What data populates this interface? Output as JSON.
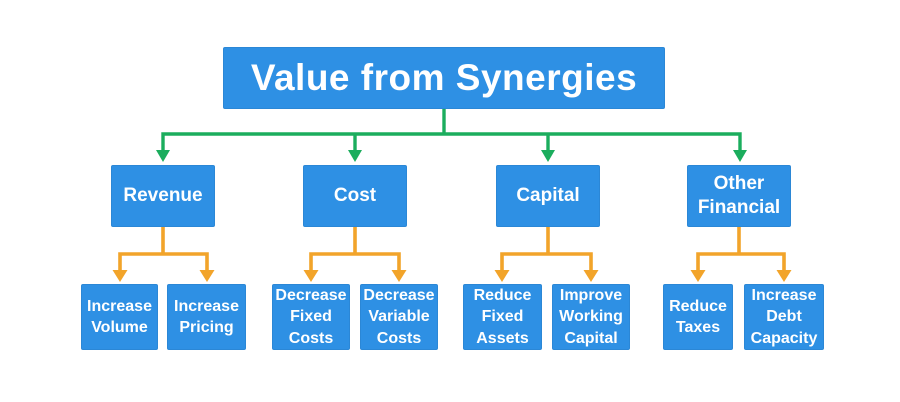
{
  "title": "Value from Synergies",
  "colors": {
    "node_blue": "#2E90E4",
    "connector_green": "#1BAD5D",
    "connector_orange": "#F2A42A",
    "node_text": "#FFFFFF",
    "background": "#FFFFFF"
  },
  "tree": {
    "root": {
      "label": "Value from Synergies"
    },
    "branches": [
      {
        "label": "Revenue",
        "children": [
          {
            "label": "Increase Volume"
          },
          {
            "label": "Increase Pricing"
          }
        ]
      },
      {
        "label": "Cost",
        "children": [
          {
            "label": "Decrease Fixed Costs"
          },
          {
            "label": "Decrease Variable Costs"
          }
        ]
      },
      {
        "label": "Capital",
        "children": [
          {
            "label": "Reduce Fixed Assets"
          },
          {
            "label": "Improve Working Capital"
          }
        ]
      },
      {
        "label": "Other Financial",
        "children": [
          {
            "label": "Reduce Taxes"
          },
          {
            "label": "Increase Debt Capacity"
          }
        ]
      }
    ]
  }
}
